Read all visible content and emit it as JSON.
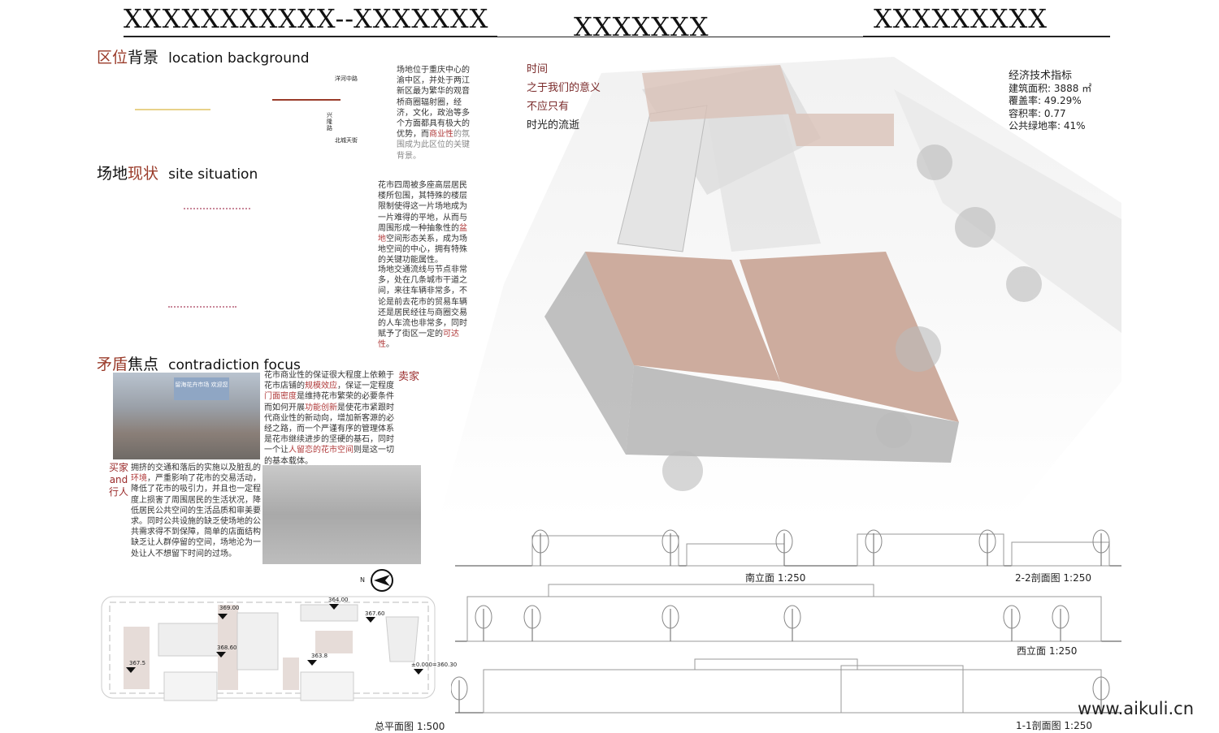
{
  "header": {
    "title_left": "XXXXXXXXXXX--XXXXXXX",
    "title_center": "XXXXXXX",
    "title_right": "XXXXXXXXX"
  },
  "location": {
    "heading_cn_red": "区位",
    "heading_cn": "背景",
    "heading_en": "location background",
    "roads": [
      "洋河中路",
      "兴隆路",
      "北城天街"
    ],
    "text_a": "场地位于重庆中心的渝中区，并处于两江新区最为繁华的观音桥商圈辐射圈，经济，文化，政治等多个方面都具有极大的优势，而",
    "text_hl": "商业性",
    "text_b": "的氛围成为此区位的关键背景。"
  },
  "site": {
    "heading_cn": "场地",
    "heading_cn_red": "现状",
    "heading_en": "site situation",
    "p1_a": "花市四周被多座高层居民楼所包围，其特殊的楼层限制使得这一片场地成为一片难得的平地，从而与周围形成一种抽象性的",
    "p1_hl": "盆地",
    "p1_b": "空间形态关系，成为场地空间的中心，拥有特殊的关键功能属性。",
    "p2_a": "场地交通流线与节点非常多，处在几条城市干道之间，来往车辆非常多，不论是前去花市的贸易车辆还是居民经往与商圈交易的人车流也非常多，同时赋予了街区一定的",
    "p2_hl": "可达性",
    "p2_b": "。"
  },
  "contradiction": {
    "heading_cn_red": "矛盾",
    "heading_cn": "焦点",
    "heading_en": "contradiction focus",
    "seller_label": "卖家",
    "seller_text": [
      "花市商业性的保证很大程度上依赖于花市店铺的",
      "规模效应",
      "，保证一定程度",
      "门面密度",
      "是维持花市繁荣的必要条件而如何开展",
      "功能创新",
      "是使花市紧跟时代商业性的新动向，增加新客源的必经之路，而一个严谨有序的管理体系是花市继续进步的坚硬的基石，同时一个让",
      "人留恋的花市空间",
      "则是这一切的基本载体。"
    ],
    "buyer_label_1": "买家",
    "buyer_label_2": "and",
    "buyer_label_3": "行人",
    "buyer_text_a": "拥挤的交通和落后的实施以及脏乱的",
    "buyer_hl": "环境",
    "buyer_text_b": "，严重影响了花市的交易活动，降低了花市的吸引力，并且也一定程度上损害了周围居民的生活状况，降低居民公共空间的生活品质和审美要求。同时公共设施的缺乏使场地的公共需求得不到保障，简单的店面结构缺乏让人群停留的空间，场地沦为一处让人不想留下时间的过场。",
    "photo_sign": "留海花卉市场 欢迎您"
  },
  "poem": [
    "时间",
    "之于我们的意义",
    "不应只有",
    "时光的流逝"
  ],
  "stats": {
    "title": "经济技术指标",
    "rows": [
      {
        "label": "建筑面积:",
        "value": "3888 ㎡"
      },
      {
        "label": "覆盖率:",
        "value": "49.29%"
      },
      {
        "label": "容积率:",
        "value": "0.77"
      },
      {
        "label": "公共绿地率:",
        "value": "41%"
      }
    ]
  },
  "siteplan": {
    "caption": "总平面图  1:500",
    "north": "N",
    "elevations": [
      "369.00",
      "364.00",
      "367.60",
      "368.60",
      "363.8",
      "367.5",
      "±0.000=360.30"
    ]
  },
  "drawings": {
    "south": "南立面  1:250",
    "section22": "2-2剖面图 1:250",
    "west": "西立面  1:250",
    "section11": "1-1剖面图 1:250"
  },
  "watermark": "www.aikuli.cn",
  "colors": {
    "accent": "#9a3b2a",
    "highlight": "#b03a3a",
    "roof": "#c8a394"
  }
}
